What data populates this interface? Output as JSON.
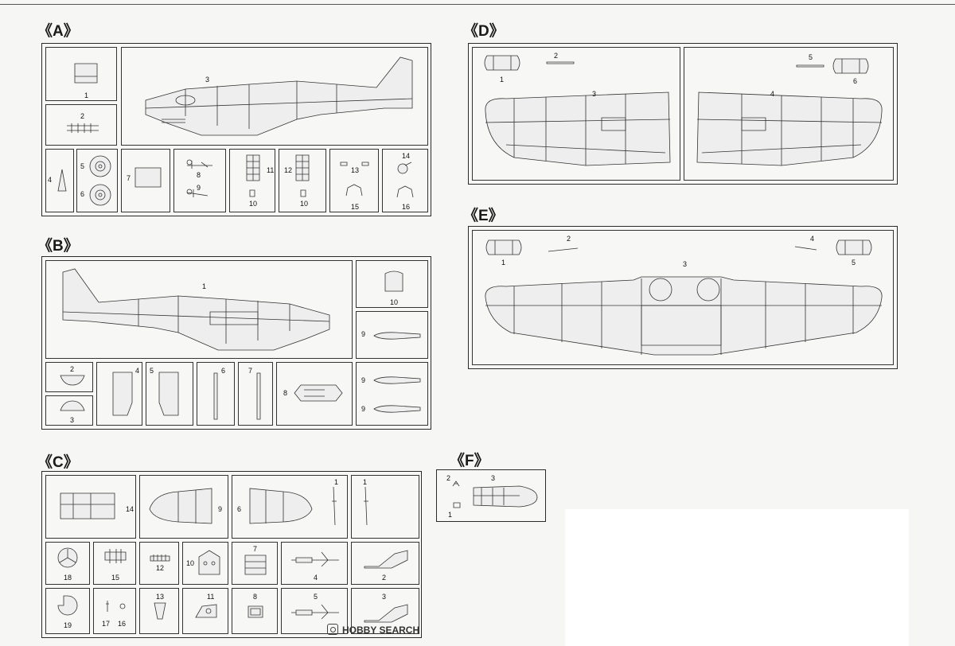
{
  "sections": {
    "A": "《A》",
    "B": "《B》",
    "C": "《C》",
    "D": "《D》",
    "E": "《E》",
    "F": "《F》"
  },
  "labels": {
    "n1": "1",
    "n2": "2",
    "n3": "3",
    "n4": "4",
    "n5": "5",
    "n6": "6",
    "n7": "7",
    "n8": "8",
    "n9": "9",
    "n10": "10",
    "n11": "11",
    "n12": "12",
    "n13": "13",
    "n14": "14",
    "n15": "15",
    "n16": "16",
    "n17": "17",
    "n18": "18",
    "n19": "19"
  },
  "watermark": {
    "brand": "HOBBY SEARCH",
    "icon": "hobby-search-logo-icon"
  }
}
